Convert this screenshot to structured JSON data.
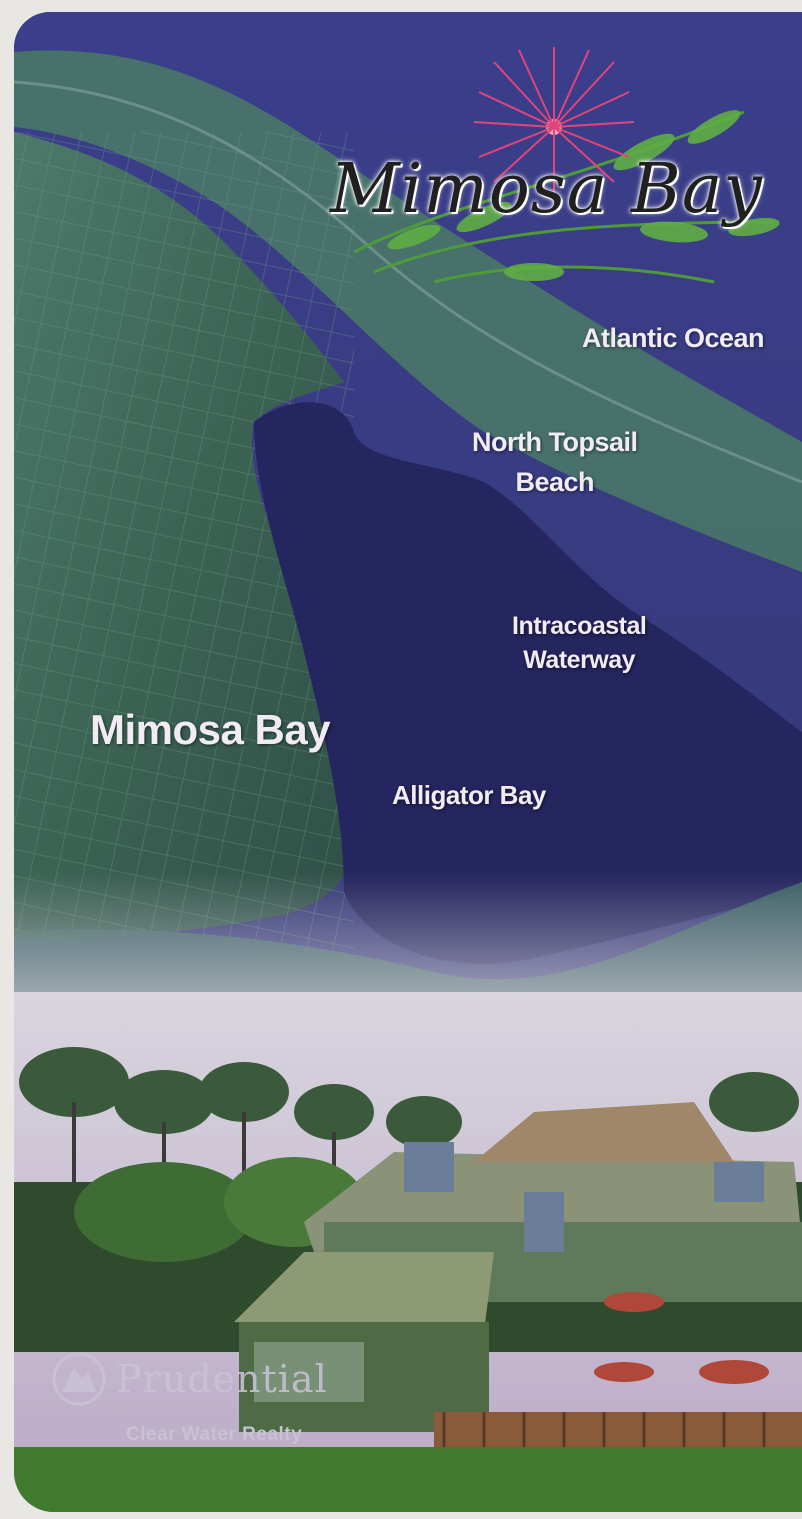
{
  "brand": {
    "logo_title": "Mimosa Bay",
    "realty_name": "Prudential",
    "realty_sub": "Clear Water Realty"
  },
  "map_labels": {
    "atlantic": "Atlantic Ocean",
    "north_topsail_line1": "North Topsail",
    "north_topsail_line2": "Beach",
    "intracoastal_line1": "Intracoastal",
    "intracoastal_line2": "Waterway",
    "mimosa_bay": "Mimosa Bay",
    "alligator_bay": "Alligator Bay"
  },
  "colors": {
    "ocean": "#3a3d86",
    "bay": "#23245e",
    "land": "#3f6a5a",
    "flower": "#e0447a",
    "fern": "#4f9a3a"
  },
  "icons": [
    "mimosa-flower-icon",
    "fern-leaves-icon",
    "prudential-rock-icon"
  ]
}
